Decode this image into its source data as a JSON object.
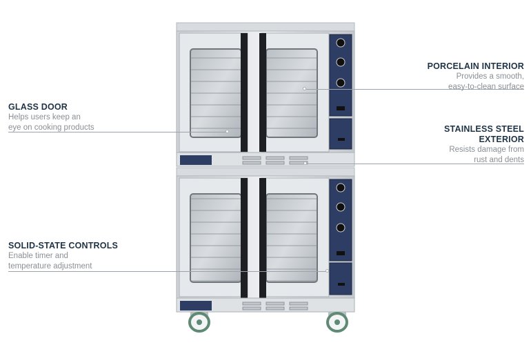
{
  "callouts": {
    "glass_door": {
      "title": "GLASS DOOR",
      "desc_lines": [
        "Helps users keep an",
        "eye on cooking products"
      ]
    },
    "solid_state": {
      "title": "SOLID-STATE CONTROLS",
      "desc_lines": [
        "Enable timer and",
        "temperature adjustment"
      ]
    },
    "porcelain": {
      "title": "PORCELAIN INTERIOR",
      "desc_lines": [
        "Provides a smooth,",
        "easy-to-clean surface"
      ]
    },
    "stainless": {
      "title_lines": [
        "STAINLESS STEEL",
        "EXTERIOR"
      ],
      "desc_lines": [
        "Resists damage from",
        "rust and dents"
      ]
    }
  },
  "colors": {
    "title": "#1f3346",
    "desc": "#8a8f94",
    "leader": "#9aa3ab",
    "steel_light": "#e4e7ea",
    "steel_mid": "#c9ced3",
    "steel_dark": "#9aa1a8",
    "control_panel": "#2d3d63",
    "wheel": "#5e8a74"
  },
  "icons": [
    "oven-illustration",
    "control-knob-icon",
    "caster-wheel-icon",
    "brand-plate-icon"
  ]
}
